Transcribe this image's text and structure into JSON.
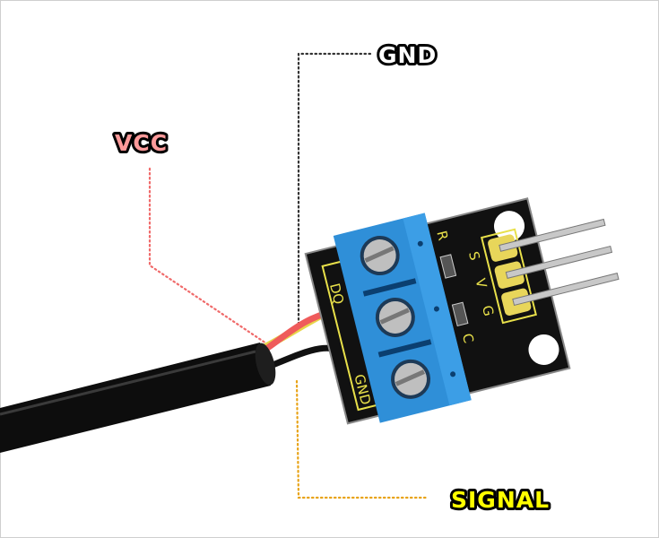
{
  "labels": {
    "gnd": "GND",
    "vcc": "VCC",
    "signal": "SIGNAL"
  },
  "board_silkscreen": {
    "dq": "DQ",
    "gnd": "GND",
    "r": "R",
    "s": "S",
    "v": "V",
    "g": "G",
    "c": "C"
  },
  "colors": {
    "gnd_line": "#333333",
    "vcc_line": "#f06a6a",
    "signal_line": "#e8a317",
    "vcc_fill": "#ff9a9a",
    "gnd_fill": "#ffffff",
    "signal_fill": "#ffff00",
    "terminal_block": "#2f8fd8",
    "pcb": "#111111"
  }
}
